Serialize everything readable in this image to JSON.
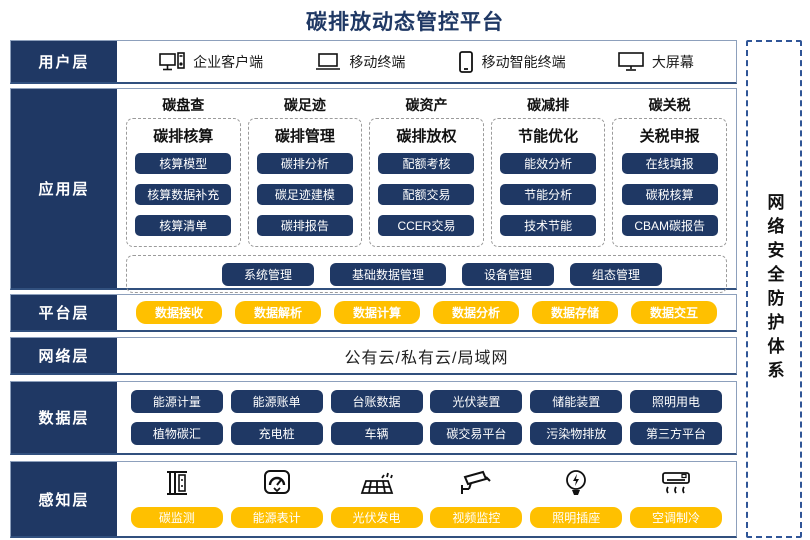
{
  "title": "碳排放动态管控平台",
  "security_panel": {
    "label": "网络安全防护体系"
  },
  "colors": {
    "navy": "#1F3864",
    "yellow": "#FFC000",
    "band_border": "#8DA0BC",
    "security_border": "#2F5597"
  },
  "layers": {
    "user": {
      "label": "用户层",
      "items": [
        {
          "icon": "desktop-client-icon",
          "label": "企业客户端"
        },
        {
          "icon": "laptop-icon",
          "label": "移动终端"
        },
        {
          "icon": "smartphone-icon",
          "label": "移动智能终端"
        },
        {
          "icon": "big-screen-icon",
          "label": "大屏幕"
        }
      ]
    },
    "app": {
      "label": "应用层",
      "columns": [
        {
          "header": "碳盘查",
          "box_title": "碳排核算",
          "items": [
            "核算模型",
            "核算数据补充",
            "核算清单"
          ]
        },
        {
          "header": "碳足迹",
          "box_title": "碳排管理",
          "items": [
            "碳排分析",
            "碳足迹建模",
            "碳排报告"
          ]
        },
        {
          "header": "碳资产",
          "box_title": "碳排放权",
          "items": [
            "配额考核",
            "配额交易",
            "CCER交易"
          ]
        },
        {
          "header": "碳减排",
          "box_title": "节能优化",
          "items": [
            "能效分析",
            "节能分析",
            "技术节能"
          ]
        },
        {
          "header": "碳关税",
          "box_title": "关税申报",
          "items": [
            "在线填报",
            "碳税核算",
            "CBAM碳报告"
          ]
        }
      ],
      "common_items": [
        "系统管理",
        "基础数据管理",
        "设备管理",
        "组态管理"
      ]
    },
    "platform": {
      "label": "平台层",
      "items": [
        "数据接收",
        "数据解析",
        "数据计算",
        "数据分析",
        "数据存储",
        "数据交互"
      ]
    },
    "network": {
      "label": "网络层",
      "content": "公有云/私有云/局域网"
    },
    "data": {
      "label": "数据层",
      "rows": [
        [
          "能源计量",
          "能源账单",
          "台账数据",
          "光伏装置",
          "储能装置",
          "照明用电"
        ],
        [
          "植物碳汇",
          "充电桩",
          "车辆",
          "碳交易平台",
          "污染物排放",
          "第三方平台"
        ]
      ]
    },
    "perception": {
      "label": "感知层",
      "items": [
        {
          "icon": "carbon-monitor-icon",
          "label": "碳监测"
        },
        {
          "icon": "energy-meter-icon",
          "label": "能源表计"
        },
        {
          "icon": "solar-panel-icon",
          "label": "光伏发电"
        },
        {
          "icon": "cctv-camera-icon",
          "label": "视频监控"
        },
        {
          "icon": "light-socket-icon",
          "label": "照明插座"
        },
        {
          "icon": "air-conditioner-icon",
          "label": "空调制冷"
        }
      ]
    }
  }
}
